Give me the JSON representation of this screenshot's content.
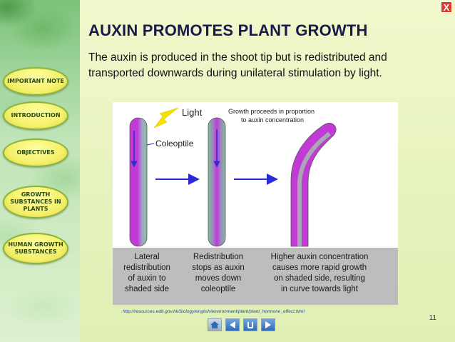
{
  "close_label": "X",
  "title": "AUXIN PROMOTES PLANT GROWTH",
  "body": "The auxin is produced in the shoot tip but is redistributed and transported downwards during unilateral stimulation by light.",
  "nav": [
    {
      "label": "IMPORTANT NOTE"
    },
    {
      "label": "INTRODUCTION"
    },
    {
      "label": "OBJECTIVES"
    },
    {
      "label": "GROWTH SUBSTANCES IN PLANTS"
    },
    {
      "label": "HUMAN GROWTH SUBSTANCES"
    }
  ],
  "diagram": {
    "label_light": "Light",
    "label_coleoptile": "Coleoptile",
    "label_growth_line1": "Growth proceeds in proportion",
    "label_growth_line2": "to auxin concentration",
    "captions": [
      [
        "Lateral",
        "redistribution",
        "of auxin to",
        "shaded side"
      ],
      [
        "Redistribution",
        "stops as auxin",
        "moves down",
        "coleoptile"
      ],
      [
        "Higher auxin concentration",
        "causes more rapid growth",
        "on shaded side, resulting",
        "in curve towards light"
      ]
    ],
    "colors": {
      "auxin": "#c23ad6",
      "stem": "#7fc492",
      "arrow": "#2a2ad6",
      "light_arrow": "#f5e000",
      "caption_bg": "#bdbdbd"
    }
  },
  "source_url": "http://resources.edb.gov.hk/biology/english/environment/plant/plant_hormone_effect.html",
  "page_number": "11",
  "controls": {
    "home": "home-icon",
    "prev": "prev-arrow-icon",
    "return": "return-icon",
    "next": "next-arrow-icon"
  }
}
